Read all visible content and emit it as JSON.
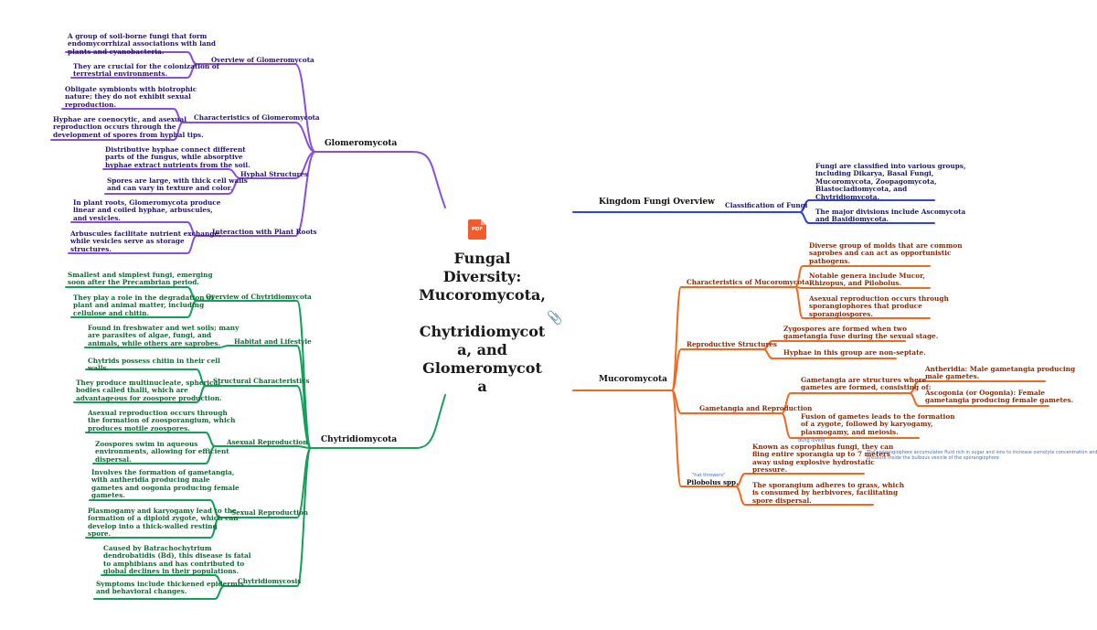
{
  "center_topic": [
    "Fungal",
    "Diversity:",
    "Mucoromycota,",
    "",
    "Chytridiomycot",
    "a, and",
    "Glomeromycot",
    "a"
  ],
  "pdf_badge": "PDF",
  "colors": {
    "glomero": "#8a4fd8",
    "chytrid": "#14a05a",
    "kingdom": "#3442d6",
    "mucoro": "#ee6a21"
  },
  "glomeromycota": {
    "title": "Glomeromycota",
    "overview": {
      "label": "Overview of Glomeromycota",
      "items": [
        "A group of soil-borne fungi that form|endomycorrhizal associations with land|plants and cyanobacteria.",
        "They are crucial for the colonization of|terrestrial environments."
      ]
    },
    "characteristics": {
      "label": "Characteristics of Glomeromycota",
      "items": [
        "Obligate symbionts with biotrophic|nature; they do not exhibit sexual|reproduction.",
        "Hyphae are coenocytic, and asexual|reproduction occurs through the|development of spores from hyphal tips."
      ]
    },
    "hyphal": {
      "label": "Hyphal Structures",
      "items": [
        "Distributive hyphae connect different|parts of the fungus, while absorptive|hyphae extract nutrients from the soil.",
        "Spores are large, with thick cell walls|and can vary in texture and color."
      ]
    },
    "interaction": {
      "label": "Interaction with Plant Roots",
      "items": [
        "In plant roots, Glomeromycota produce|linear and coiled hyphae, arbuscules,|and vesicles.",
        "Arbuscules facilitate nutrient exchange,|while vesicles serve as storage|structures."
      ]
    }
  },
  "chytridiomycota": {
    "title": "Chytridiomycota",
    "overview": {
      "label": "Overview of Chytridiomycota",
      "items": [
        "Smallest and simplest fungi, emerging|soon after the Precambrian period.",
        "They play a role in the degradation of|plant and animal matter, including|cellulose and chitin."
      ]
    },
    "habitat": {
      "label": "Habitat and Lifestyle",
      "items": [
        "Found in freshwater and wet soils; many|are parasites of algae, fungi, and|animals, while others are saprobes."
      ]
    },
    "structural": {
      "label": "Structural Characteristics",
      "items": [
        "Chytrids possess chitin in their cell|walls.",
        "They produce multinucleate, spherical|bodies called thalli, which are|advantageous for zoospore production."
      ]
    },
    "asexual": {
      "label": "Asexual Reproduction",
      "items": [
        "Asexual reproduction occurs through|the formation of zoosporangium, which|produces motile zoospores.",
        "Zoospores swim in aqueous|environments, allowing for efficient|dispersal."
      ]
    },
    "sexual": {
      "label": "Sexual Reproduction",
      "items": [
        "Involves the formation of gametangia,|with antheridia producing male|gametes and oogonia producing female|gametes.",
        "Plasmogamy and karyogamy lead to the|formation of a diploid zygote, which can|develop into a thick-walled resting|spore."
      ]
    },
    "chytridiomycosis": {
      "label": "Chytridiomycosis",
      "items": [
        "Caused by Batrachochytrium|dendrobatidis (Bd), this disease is fatal|to amphibians and has contributed to|global declines in their populations.",
        "Symptoms include thickened epidermis|and behavioral changes."
      ]
    }
  },
  "kingdom": {
    "title": "Kingdom Fungi Overview",
    "classification": {
      "label": "Classification of Fungi",
      "items": [
        "Fungi are classified into various groups,|including Dikarya, Basal Fungi,|Mucoromycota, Zoopagomycota,|Blastocladiomycota, and|Chytridiomycota.",
        "The major divisions include Ascomycota|and Basidiomycota."
      ]
    }
  },
  "mucoromycota": {
    "title": "Mucoromycota",
    "characteristics": {
      "label": "Characteristics of Mucoromycota",
      "items": [
        "Diverse group of molds that are common|saprobes and can act as opportunistic|pathogens.",
        "Notable genera include Mucor,|Rhizopus, and Pilobolus.",
        "Asexual reproduction occurs through|sporangiophores that produce|sporangiospores."
      ]
    },
    "reproductive": {
      "label": "Reproductive Structures",
      "items": [
        "Zygospores are formed when two|gametangia fuse during the sexual stage.",
        "Hyphae in this group are non-septate."
      ]
    },
    "gametangia": {
      "label": "Gametangia and Reproduction",
      "items": [
        "Gametangia are structures where|gametes are formed, consisting of:",
        "Fusion of gametes leads to the formation|of a zygote, followed by karyogamy,|plasmogamy, and meiosis."
      ],
      "sub_items": [
        "Antheridia: Male gametangia producing|male gametes.",
        "Ascogonia (or Oogonia): Female|gametangia producing female gametes."
      ]
    },
    "pilobolus": {
      "label": "Pilobolus spp.",
      "label_note": "\"hat throwers\"",
      "items": [
        "Known as coprophilus fungi, they can|fling entire sporangia up to 7 meters|away using explosive hydrostatic|pressure.",
        "The sporangium adheres to grass, which|is consumed by herbivores, facilitating|spore dispersal."
      ],
      "note_above": "dung lovers",
      "note_right": "The sporangiophore accumulates fluid rich in sugar and ions to increase osmolyte concentration and build turgor|pressure inside the bulbous vesicle of the sporangiophore"
    }
  }
}
